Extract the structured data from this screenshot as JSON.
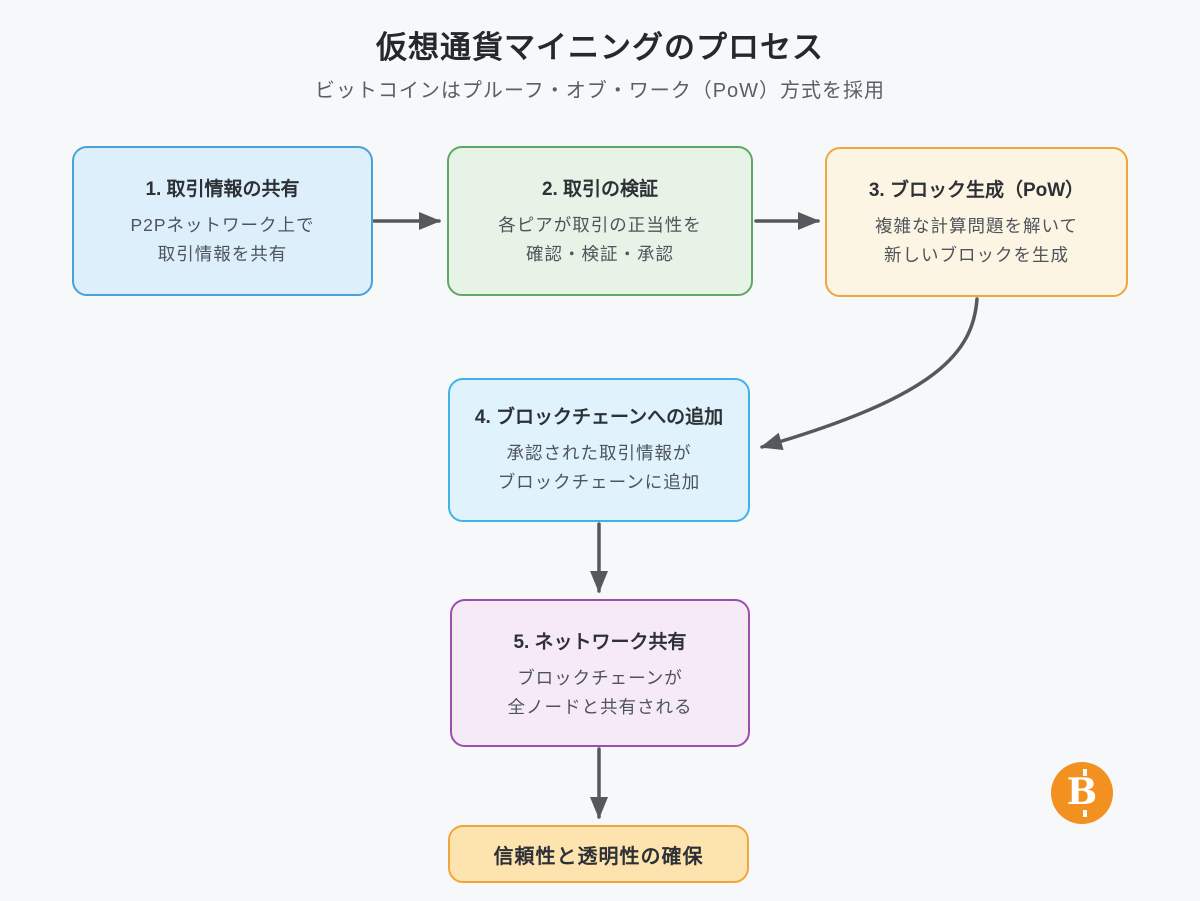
{
  "page": {
    "background": "#f7f8fa"
  },
  "header": {
    "title": "仮想通貨マイニングのプロセス",
    "subtitle": "ビットコインはプルーフ・オブ・ワーク（PoW）方式を採用"
  },
  "flowchart": {
    "nodes": [
      {
        "id": "step1",
        "title": "1. 取引情報の共有",
        "body_line1": "P2Pネットワーク上で",
        "body_line2": "取引情報を共有",
        "fill": "#ddeffa",
        "border": "#4aa0d8"
      },
      {
        "id": "step2",
        "title": "2. 取引の検証",
        "body_line1": "各ピアが取引の正当性を",
        "body_line2": "確認・検証・承認",
        "fill": "#e7f3e7",
        "border": "#5fa863"
      },
      {
        "id": "step3",
        "title": "3. ブロック生成（PoW）",
        "body_line1": "複雑な計算問題を解いて",
        "body_line2": "新しいブロックを生成",
        "fill": "#fdf5e4",
        "border": "#f0a63c"
      },
      {
        "id": "step4",
        "title": "4. ブロックチェーンへの追加",
        "body_line1": "承認された取引情報が",
        "body_line2": "ブロックチェーンに追加",
        "fill": "#e0f2fc",
        "border": "#41b2e8"
      },
      {
        "id": "step5",
        "title": "5. ネットワーク共有",
        "body_line1": "ブロックチェーンが",
        "body_line2": "全ノードと共有される",
        "fill": "#f7eaf7",
        "border": "#9b4fae"
      }
    ],
    "result": {
      "label": "信頼性と透明性の確保",
      "fill": "#fde3ae",
      "border": "#f0a63c"
    },
    "arrow_color": "#55595e"
  },
  "branding": {
    "bitcoin_icon": {
      "symbol": "B",
      "color": "#f2911f"
    }
  }
}
